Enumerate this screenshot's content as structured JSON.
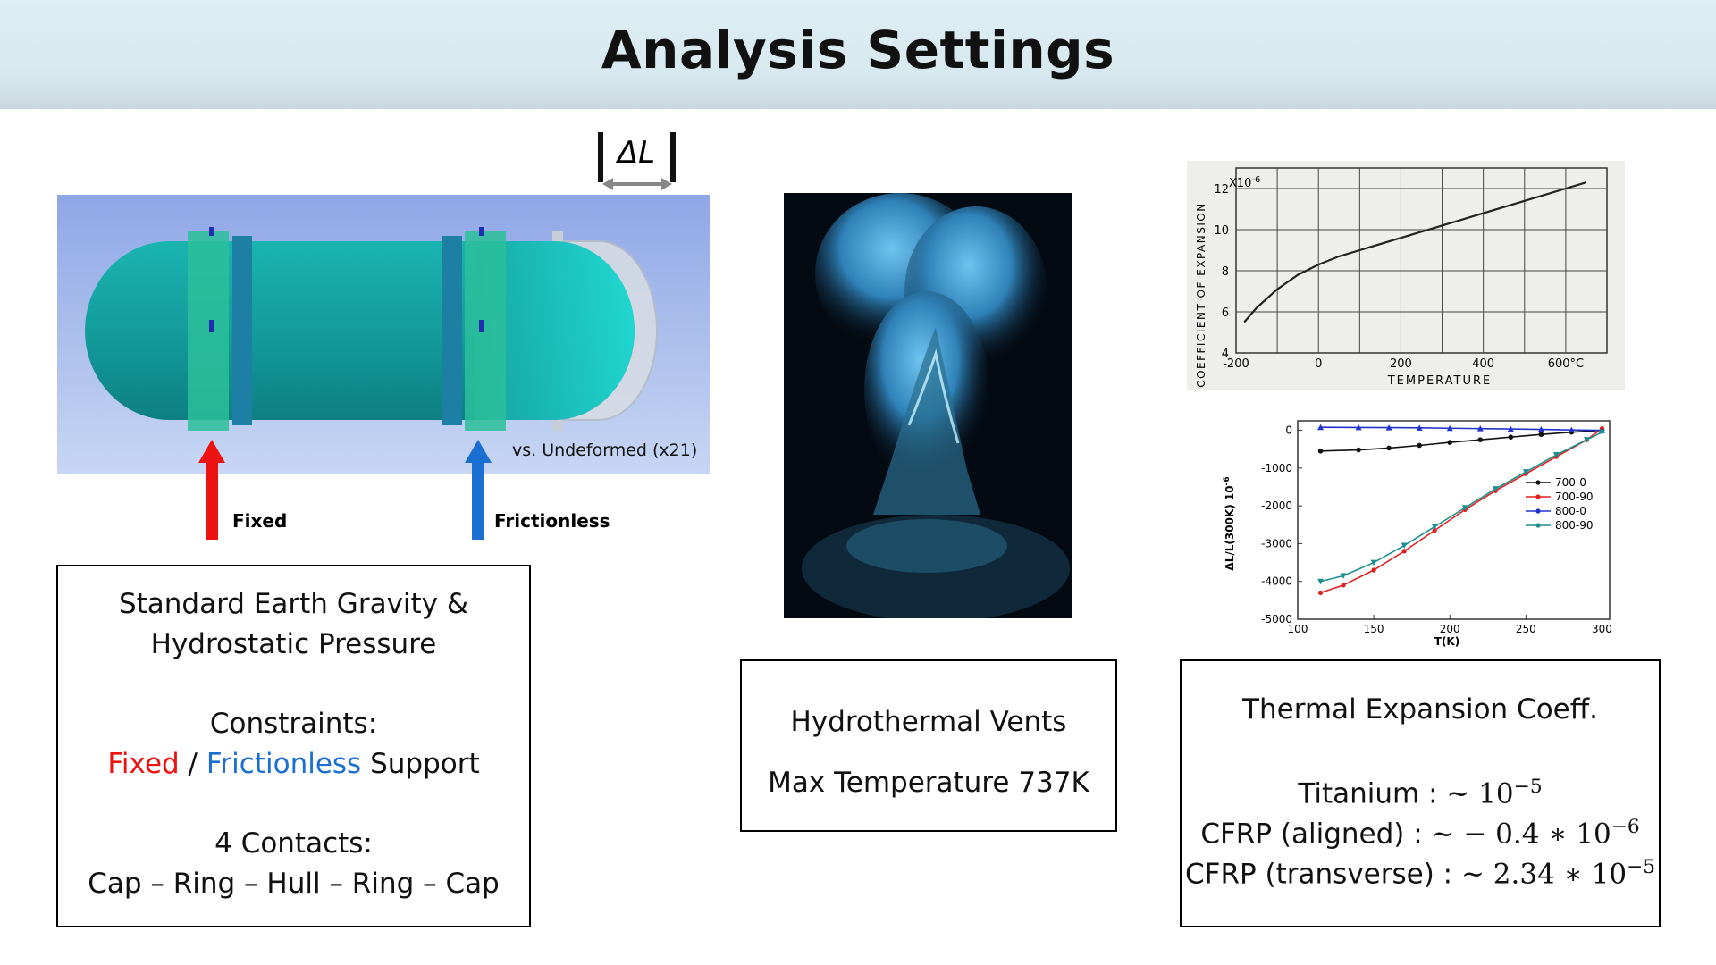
{
  "header": {
    "title": "Analysis Settings"
  },
  "vessel": {
    "delta_label": "ΔL",
    "overlay_label": "vs. Undeformed (x21)",
    "fixed_label": "Fixed",
    "frictionless_label": "Frictionless",
    "colors": {
      "fixed_arrow": "#ee1111",
      "frictionless_arrow": "#1a6fd0"
    }
  },
  "left_box": {
    "line1": "Standard Earth Gravity &",
    "line2": "Hydrostatic Pressure",
    "constraints_heading": "Constraints:",
    "fixed_word": "Fixed",
    "slash": " / ",
    "frictionless_word": "Frictionless",
    "support_word": " Support",
    "contacts_heading": "4 Contacts:",
    "contacts_chain": "Cap – Ring – Hull – Ring – Cap"
  },
  "middle_box": {
    "line1": "Hydrothermal Vents",
    "line2": "Max Temperature 737K"
  },
  "right_box": {
    "heading": "Thermal Expansion Coeff.",
    "rows": [
      {
        "label": "Titanium : ",
        "value": "~ 10",
        "exp": "−5"
      },
      {
        "label": "CFRP (aligned) : ",
        "value": "~ − 0.4 ∗ 10",
        "exp": "−6"
      },
      {
        "label": "CFRP (transverse) : ",
        "value": "~ 2.34 ∗ 10",
        "exp": "−5"
      }
    ]
  },
  "chart_data": [
    {
      "type": "line",
      "xlabel": "TEMPERATURE",
      "ylabel": "COEFFICIENT OF EXPANSION",
      "y_multiplier_label": "X10",
      "y_multiplier_exp": "-6",
      "x_ticks": [
        "-200",
        "0",
        "200",
        "400",
        "600°C"
      ],
      "y_ticks": [
        "4",
        "6",
        "8",
        "10",
        "12"
      ],
      "xlim": [
        -200,
        700
      ],
      "ylim": [
        4,
        13
      ],
      "grid": true,
      "series": [
        {
          "x": [
            -180,
            -150,
            -100,
            -50,
            0,
            50,
            100,
            200,
            300,
            400,
            500,
            600,
            650
          ],
          "y": [
            5.5,
            6.2,
            7.1,
            7.8,
            8.3,
            8.7,
            9.0,
            9.6,
            10.2,
            10.8,
            11.4,
            12.0,
            12.3
          ]
        }
      ]
    },
    {
      "type": "line",
      "xlabel": "T(K)",
      "ylabel": "ΔL/L(300K) 10",
      "ylabel_exp": "-6",
      "x_ticks": [
        "100",
        "150",
        "200",
        "250",
        "300"
      ],
      "y_ticks": [
        "0",
        "-1000",
        "-2000",
        "-3000",
        "-4000",
        "-5000"
      ],
      "xlim": [
        100,
        305
      ],
      "ylim": [
        -5000,
        250
      ],
      "grid": false,
      "legend_position": "right",
      "series": [
        {
          "name": "700-0",
          "color": "#111111",
          "x": [
            115,
            140,
            160,
            180,
            200,
            220,
            240,
            260,
            280,
            300
          ],
          "y": [
            -550,
            -520,
            -470,
            -400,
            -320,
            -250,
            -180,
            -110,
            -50,
            0
          ]
        },
        {
          "name": "700-90",
          "color": "#e02020",
          "x": [
            115,
            130,
            150,
            170,
            190,
            210,
            230,
            250,
            270,
            290,
            300
          ],
          "y": [
            -4300,
            -4100,
            -3700,
            -3200,
            -2650,
            -2100,
            -1600,
            -1150,
            -700,
            -250,
            50
          ]
        },
        {
          "name": "800-0",
          "color": "#2233cc",
          "x": [
            115,
            140,
            160,
            180,
            200,
            220,
            240,
            260,
            280,
            300
          ],
          "y": [
            80,
            75,
            70,
            65,
            55,
            45,
            35,
            25,
            10,
            0
          ]
        },
        {
          "name": "800-90",
          "color": "#1e8f8f",
          "x": [
            115,
            130,
            150,
            170,
            190,
            210,
            230,
            250,
            270,
            290,
            300
          ],
          "y": [
            -4000,
            -3850,
            -3500,
            -3050,
            -2550,
            -2050,
            -1550,
            -1100,
            -650,
            -250,
            -50
          ]
        }
      ]
    }
  ]
}
